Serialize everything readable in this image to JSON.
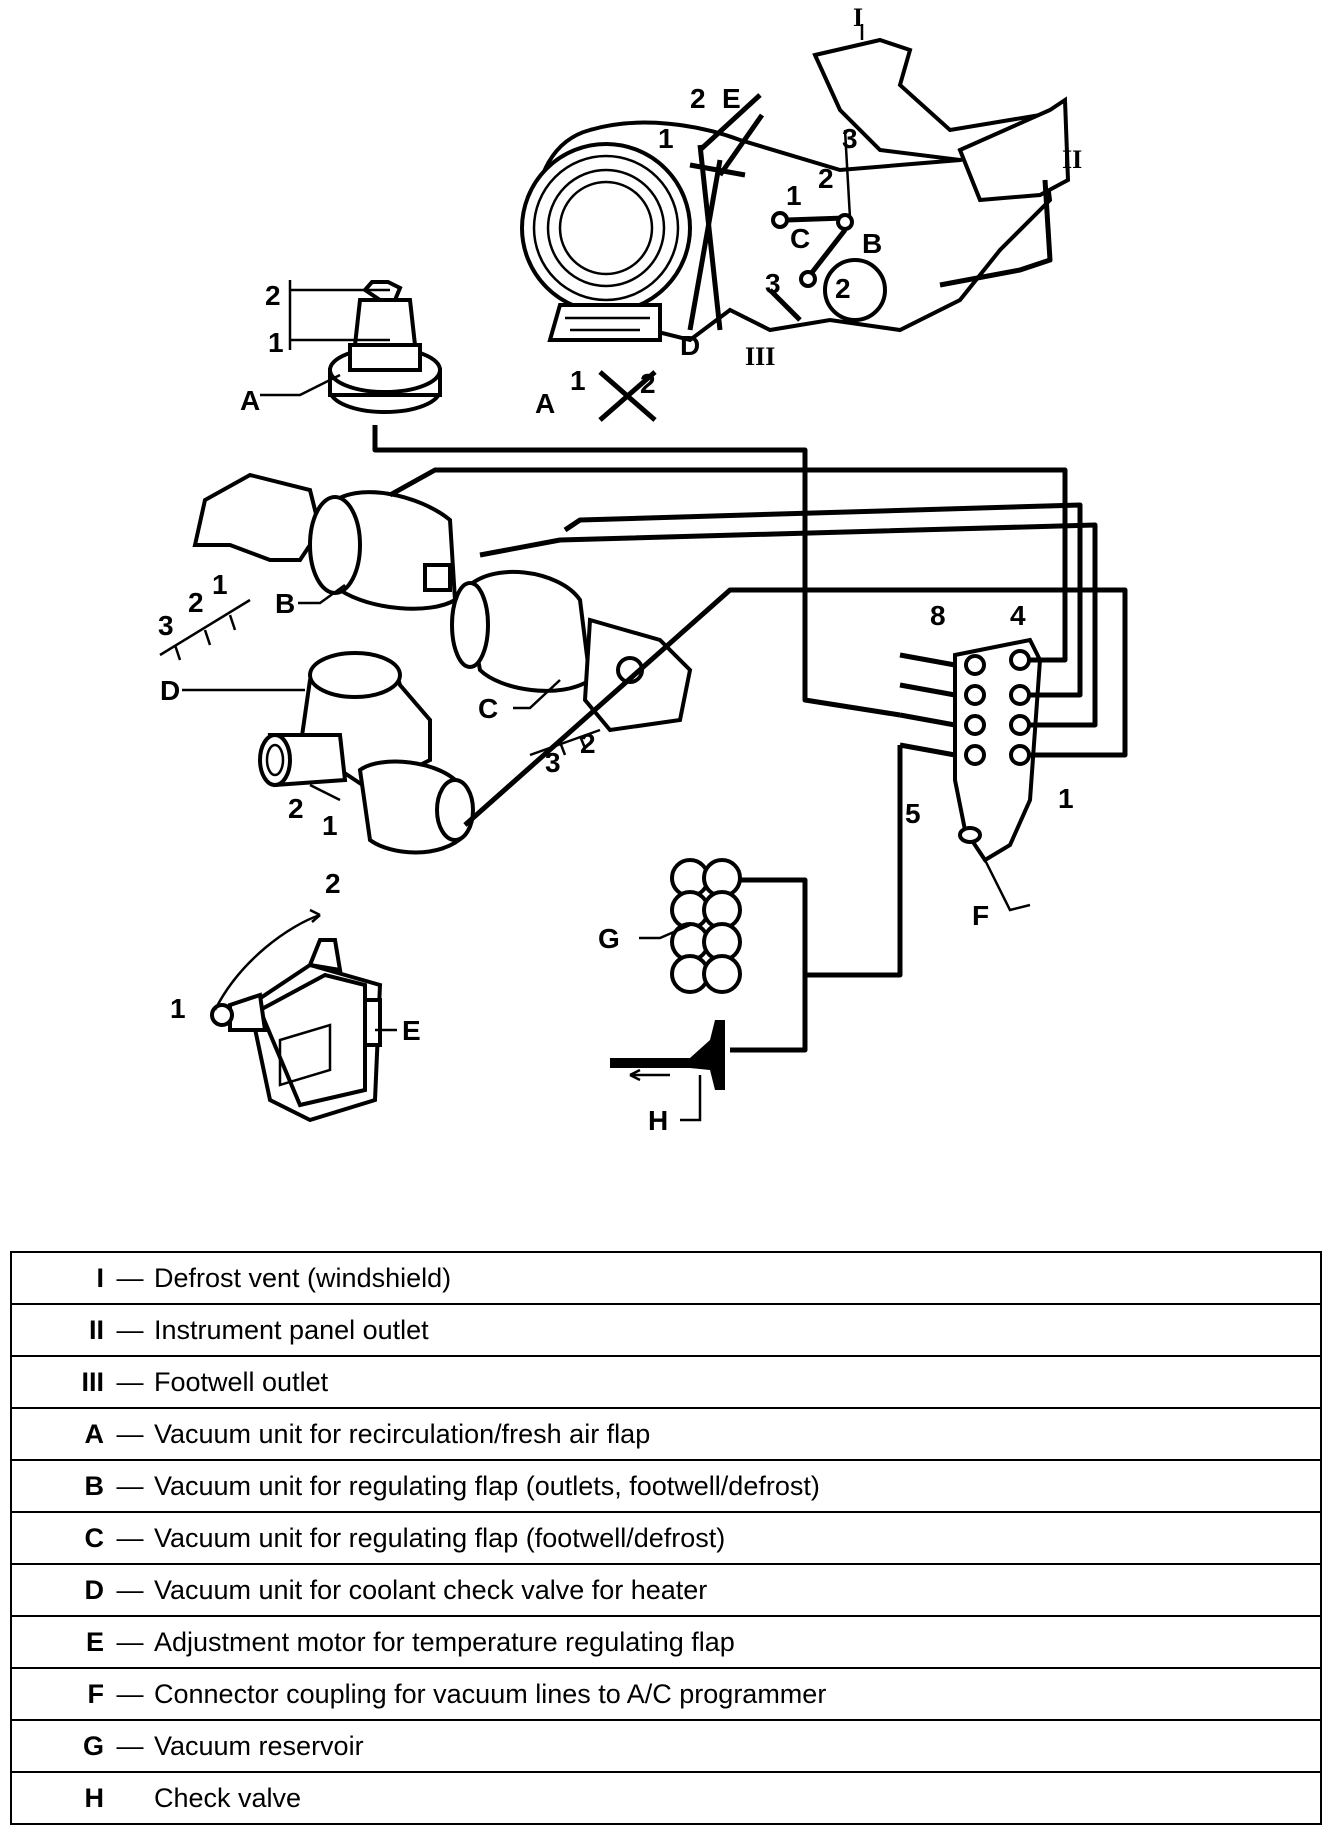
{
  "diagram": {
    "labels": {
      "I": "I",
      "II": "II",
      "III": "III",
      "A": "A",
      "B": "B",
      "C": "C",
      "D": "D",
      "E": "E",
      "F": "F",
      "G": "G",
      "H": "H",
      "n1": "1",
      "n2": "2",
      "n3": "3",
      "n4": "4",
      "n5": "5",
      "n8": "8"
    }
  },
  "legend": [
    {
      "code": "I",
      "sep": "—",
      "text": "Defrost vent (windshield)"
    },
    {
      "code": "II",
      "sep": "—",
      "text": "Instrument panel outlet"
    },
    {
      "code": "III",
      "sep": "—",
      "text": "Footwell outlet"
    },
    {
      "code": "A",
      "sep": "—",
      "text": "Vacuum unit for recirculation/fresh air flap"
    },
    {
      "code": "B",
      "sep": "—",
      "text": "Vacuum unit for regulating flap (outlets, footwell/defrost)"
    },
    {
      "code": "C",
      "sep": "—",
      "text": "Vacuum unit for regulating flap (footwell/defrost)"
    },
    {
      "code": "D",
      "sep": "—",
      "text": "Vacuum unit for coolant check valve for heater"
    },
    {
      "code": "E",
      "sep": "—",
      "text": "Adjustment motor for temperature regulating flap"
    },
    {
      "code": "F",
      "sep": "—",
      "text": "Connector coupling for vacuum lines to A/C programmer"
    },
    {
      "code": "G",
      "sep": "—",
      "text": "Vacuum reservoir"
    },
    {
      "code": "H",
      "sep": "",
      "text": "Check valve"
    }
  ]
}
